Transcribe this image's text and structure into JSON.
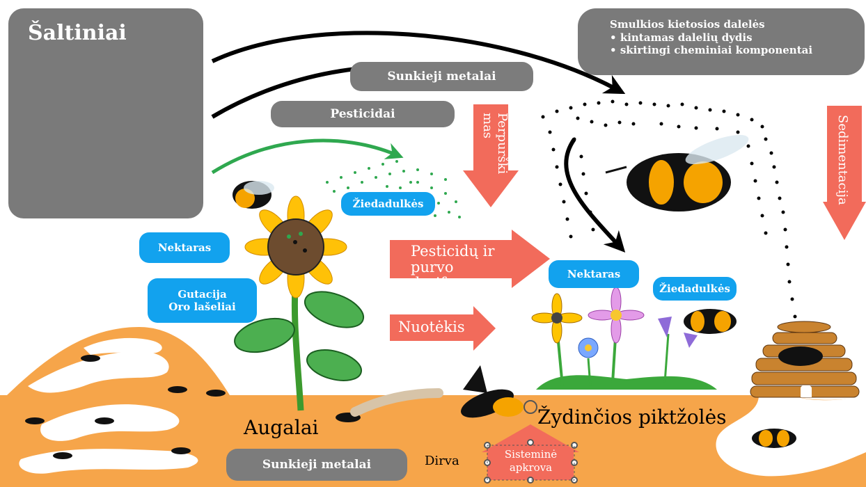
{
  "sources": {
    "title": "Šaltiniai",
    "icons": [
      "factory-icon",
      "car-icon",
      "tractor-icon"
    ]
  },
  "particles": {
    "title": "Smulkios kietosios dalelės",
    "items": [
      "kintamas dalelių dydis",
      "skirtingi cheminiai komponentai"
    ]
  },
  "labels": {
    "heavy_metals_top": "Sunkieji metalai",
    "pesticides": "Pesticidai",
    "spraying": "Perpurški mas",
    "sedimentation": "Sedimentacija",
    "pollen_left": "Žiedadulkės",
    "pollen_right": "Žiedadulkės",
    "nectar_left": "Nektaras",
    "nectar_right": "Nektaras",
    "guttation_1": "Gutacija",
    "guttation_2": "Oro lašeliai",
    "drift": "Pesticidų ir purvo dreifas",
    "runoff": "Nuotėkis",
    "plants": "Augalai",
    "weeds": "Žydinčios piktžolės",
    "soil": "Dirva",
    "heavy_metals_bottom": "Sunkieji metalai",
    "systemic_load": "Sisteminė apkrova"
  },
  "colors": {
    "gray": "#7a7a7a",
    "blue": "#12a2ee",
    "salmon": "#f26b5b",
    "soil": "#f6a54a",
    "green": "#2fa84f"
  }
}
